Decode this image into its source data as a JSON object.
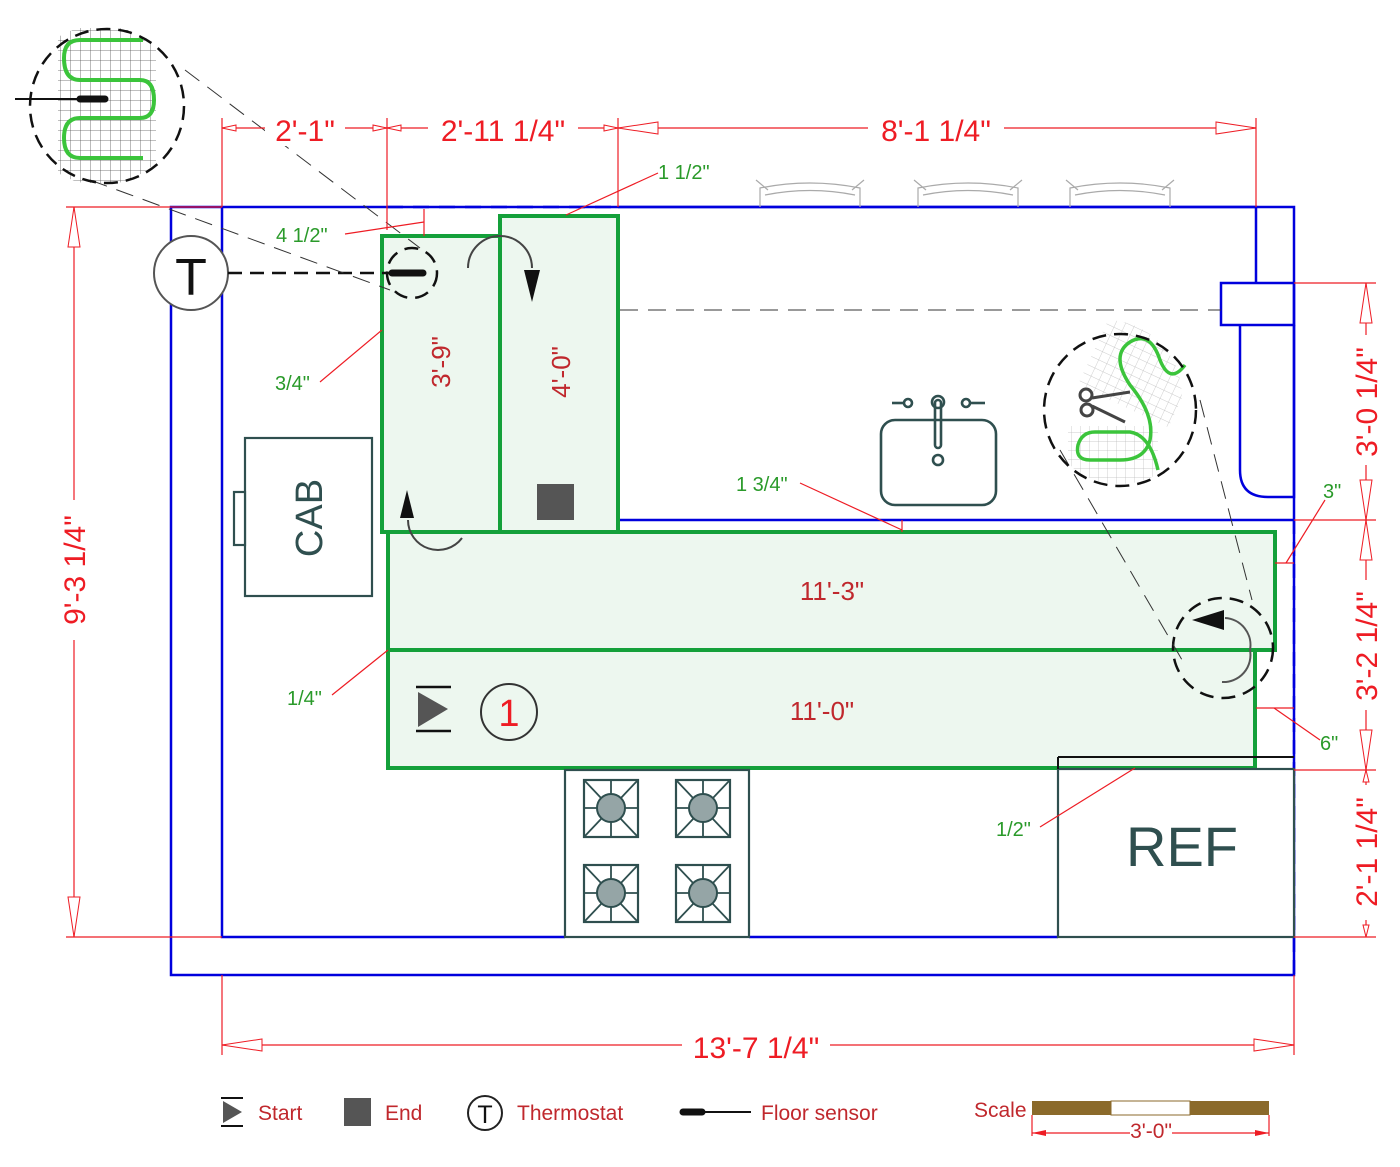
{
  "drawing": {
    "title": "Heated floor mat layout plan",
    "overall_dimensions": {
      "top_segment_1": "2'-1\"",
      "top_segment_2": "2'-11 1/4\"",
      "top_segment_3": "8'-1 1/4\"",
      "bottom_total": "13'-7 1/4\"",
      "left_total": "9'-3 1/4\"",
      "right_segment_1": "3'-0 1/4\"",
      "right_segment_2": "3'-2 1/4\"",
      "right_segment_3": "2'-1 1/4\""
    },
    "clearance_notes": [
      {
        "id": "note-4-1-2",
        "text": "4 1/2\""
      },
      {
        "id": "note-1-1-2",
        "text": "1 1/2\""
      },
      {
        "id": "note-3-4",
        "text": "3/4\""
      },
      {
        "id": "note-1-3-4",
        "text": "1 3/4\""
      },
      {
        "id": "note-3",
        "text": "3\""
      },
      {
        "id": "note-1-4",
        "text": "1/4\""
      },
      {
        "id": "note-6",
        "text": "6\""
      },
      {
        "id": "note-1-2",
        "text": "1/2\""
      }
    ],
    "mats": [
      {
        "id": "mat-a",
        "length": "3'-9\""
      },
      {
        "id": "mat-b",
        "length": "4'-0\""
      },
      {
        "id": "mat-c",
        "length": "11'-3\""
      },
      {
        "id": "mat-d",
        "length": "11'-0\""
      }
    ],
    "fixtures": {
      "cabinet": "CAB",
      "refrigerator": "REF",
      "zone_number": "1",
      "thermostat_symbol": "T"
    }
  },
  "legend": {
    "start": "Start",
    "end": "End",
    "thermostat": "Thermostat",
    "thermostat_symbol": "T",
    "floor_sensor": "Floor sensor"
  },
  "scale": {
    "label": "Scale",
    "length": "3'-0\""
  },
  "colors": {
    "dimension": "#ee1c24",
    "note": "#2a9a2a",
    "wall": "#0000dd",
    "mat_outline": "#14a03a",
    "mat_fill": "#edf7ef",
    "fixture": "#2f4f4f",
    "scale_bar": "#8b6a2b"
  }
}
